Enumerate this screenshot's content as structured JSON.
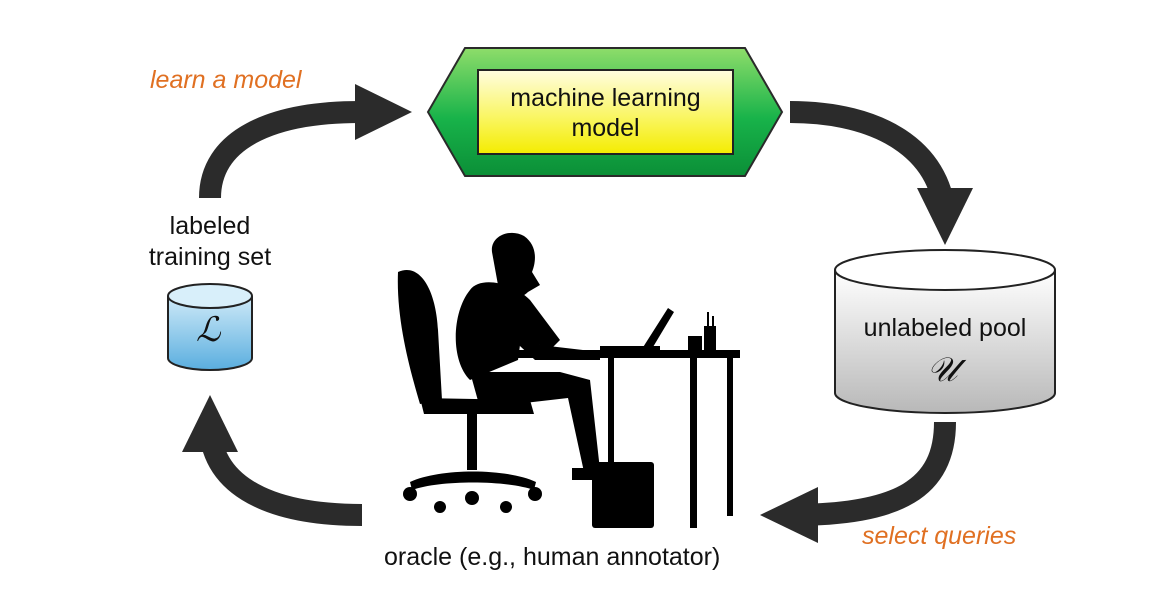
{
  "diagram": {
    "model": {
      "line1": "machine learning",
      "line2": "model"
    },
    "step_learn": "learn a model",
    "step_select": "select queries",
    "labeled_set": {
      "line1": "labeled",
      "line2": "training set",
      "symbol": "ℒ"
    },
    "unlabeled_pool": {
      "label": "unlabeled pool",
      "symbol": "𝒰"
    },
    "oracle": "oracle (e.g., human annotator)"
  },
  "colors": {
    "orange_text": "#e07022",
    "arrow": "#2a2a2a",
    "hexagon_green": "#1db34a",
    "inner_yellow": "#f7f500",
    "cylinder_blue": "#7ec4ea",
    "cylinder_gray": "#d8d8d8"
  },
  "icons": [
    "person-at-laptop-silhouette-icon"
  ]
}
